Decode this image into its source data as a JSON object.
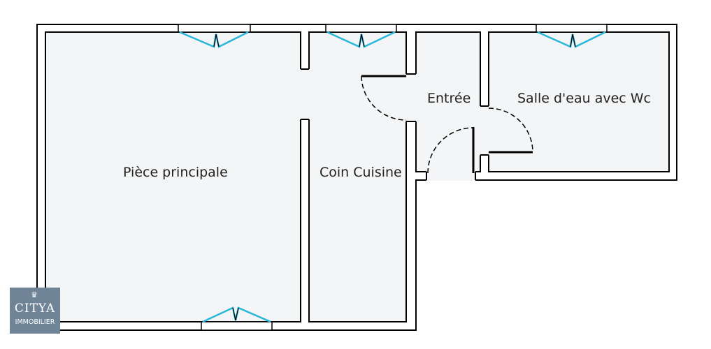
{
  "rooms": {
    "main": "Pièce principale",
    "kitchen": "Coin Cuisine",
    "entry": "Entrée",
    "bathroom": "Salle d'eau avec Wc"
  },
  "logo": {
    "brand": "CITYA",
    "sub": "IMMOBILIER"
  },
  "colors": {
    "wall": "#000000",
    "floor": "#f4f5f6",
    "window": "#29b6d9",
    "logo_bg": "#6f8496"
  }
}
